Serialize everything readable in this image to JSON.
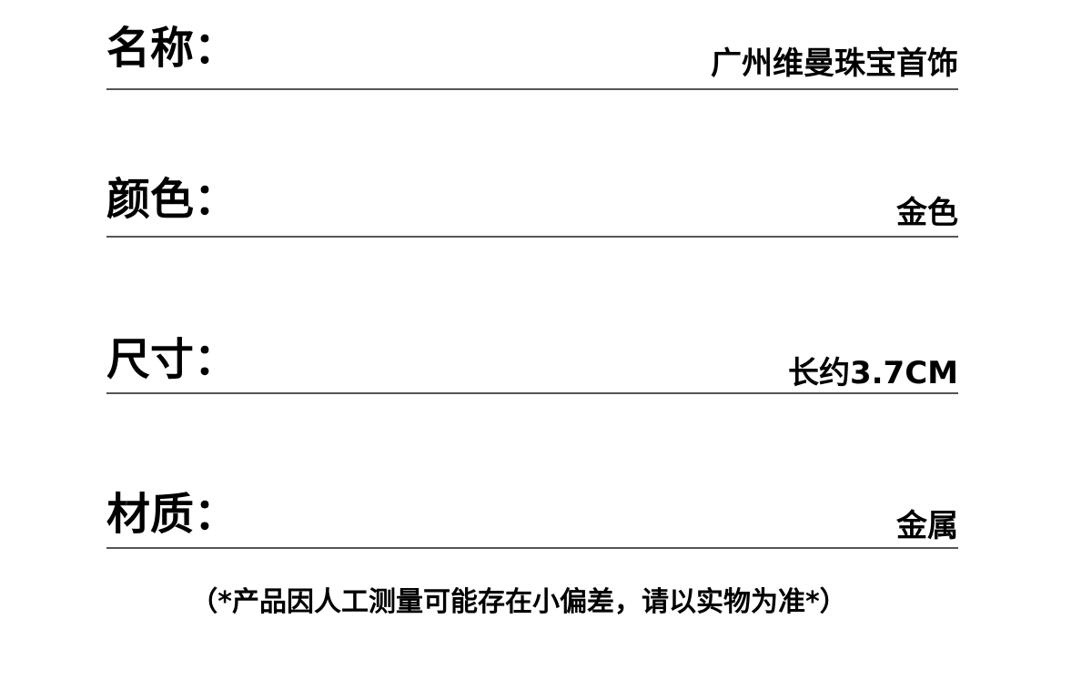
{
  "spec": {
    "rows": [
      {
        "label": "名称：",
        "value": "广州维曼珠宝首饰"
      },
      {
        "label": "颜色：",
        "value": "金色"
      },
      {
        "label": "尺寸：",
        "value": "长约3.7CM"
      },
      {
        "label": "材质：",
        "value": "金属"
      }
    ]
  },
  "footnote": "（*产品因人工测量可能存在小偏差，请以实物为准*）"
}
